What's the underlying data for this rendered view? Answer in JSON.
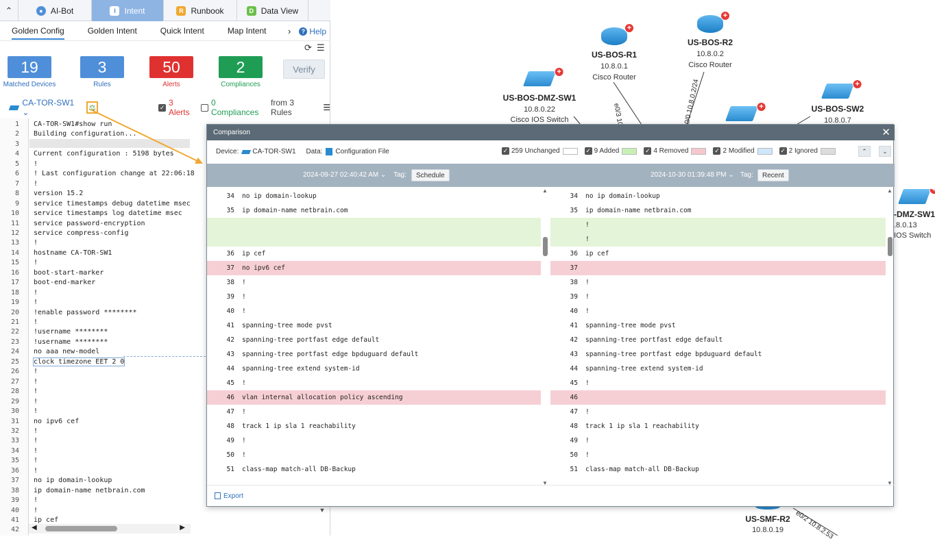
{
  "app_tabs": [
    {
      "label": "AI-Bot",
      "icon": "ai-bot-icon"
    },
    {
      "label": "Intent",
      "icon": "intent-icon",
      "active": true
    },
    {
      "label": "Runbook",
      "icon": "runbook-icon"
    },
    {
      "label": "Data View",
      "icon": "data-view-icon"
    }
  ],
  "sub_tabs": [
    "Golden Config",
    "Golden Intent",
    "Quick Intent",
    "Map Intent"
  ],
  "help_label": "Help",
  "stats": [
    {
      "value": "19",
      "label": "Matched Devices",
      "color": "#4f8fd9"
    },
    {
      "value": "3",
      "label": "Rules",
      "color": "#4f8fd9"
    },
    {
      "value": "50",
      "label": "Alerts",
      "color": "#e03131"
    },
    {
      "value": "2",
      "label": "Compliances",
      "color": "#1f9d55"
    }
  ],
  "verify_label": "Verify",
  "device_row": {
    "device": "CA-TOR-SW1",
    "alerts": "3 Alerts",
    "compliances": "0 Compliances",
    "from_rules": "from 3 Rules"
  },
  "code_lines": [
    "CA-TOR-SW1#show run",
    "Building configuration...",
    "",
    "Current configuration : 5198 bytes",
    "!",
    "! Last configuration change at 22:06:18",
    "!",
    "version 15.2",
    "service timestamps debug datetime msec",
    "service timestamps log datetime msec",
    "service password-encryption",
    "service compress-config",
    "!",
    "hostname CA-TOR-SW1",
    "!",
    "boot-start-marker",
    "boot-end-marker",
    "!",
    "!",
    "!enable password ********",
    "!",
    "!username ********",
    "!username ********",
    "no aaa new-model",
    "clock timezone EET 2 0",
    "!",
    "!",
    "!",
    "!",
    "!",
    "no ipv6 cef",
    "!",
    "!",
    "!",
    "!",
    "!",
    "no ip domain-lookup",
    "ip domain-name netbrain.com",
    "!",
    "!",
    "ip cef",
    ""
  ],
  "map": {
    "devices": [
      {
        "name": "US-BOS-R1",
        "ip": "10.8.0.1",
        "type": "Cisco Router",
        "kind": "router"
      },
      {
        "name": "US-BOS-R2",
        "ip": "10.8.0.2",
        "type": "Cisco Router",
        "kind": "router"
      },
      {
        "name": "US-BOS-DMZ-SW1",
        "ip": "10.8.0.22",
        "type": "Cisco IOS Switch",
        "kind": "switch"
      },
      {
        "name": "US-BOS-SW2",
        "ip": "10.8.0.7",
        "type": "",
        "kind": "switch"
      },
      {
        "name": "-DMZ-SW1",
        "ip": ".8.0.13",
        "type": "IOS Switch",
        "kind": "switch"
      },
      {
        "name": "US-SMF-R2",
        "ip": "10.8.0.19",
        "type": "",
        "kind": "router"
      }
    ],
    "link_labels": [
      "e0/3 10.8.0.",
      "0/0 10.8.0.2/24",
      "e0/2 10.8.2.53"
    ]
  },
  "comparison": {
    "title": "Comparison",
    "device_label": "Device:",
    "device": "CA-TOR-SW1",
    "data_label": "Data:",
    "data": "Configuration File",
    "legend": [
      {
        "label": "259 Unchanged",
        "color": "#ffffff"
      },
      {
        "label": "9 Added",
        "color": "#c8f0b4"
      },
      {
        "label": "4 Removed",
        "color": "#f6c7cc"
      },
      {
        "label": "2 Modified",
        "color": "#cfe6fb"
      },
      {
        "label": "2 Ignored",
        "color": "#dcdcdc"
      }
    ],
    "left_time": "2024-09-27 02:40:42 AM",
    "right_time": "2024-10-30 01:39:48 PM",
    "tag_label": "Tag:",
    "left_tag": "Schedule",
    "right_tag": "Recent",
    "left_rows": [
      {
        "n": "34",
        "t": "no ip domain-lookup",
        "s": ""
      },
      {
        "n": "35",
        "t": "ip domain-name netbrain.com",
        "s": ""
      },
      {
        "n": "",
        "t": "",
        "s": "add"
      },
      {
        "n": "",
        "t": "",
        "s": "add"
      },
      {
        "n": "36",
        "t": "ip cef",
        "s": ""
      },
      {
        "n": "37",
        "t": "no ipv6 cef",
        "s": "rem"
      },
      {
        "n": "38",
        "t": "!",
        "s": ""
      },
      {
        "n": "39",
        "t": "!",
        "s": ""
      },
      {
        "n": "40",
        "t": "!",
        "s": ""
      },
      {
        "n": "41",
        "t": "spanning-tree mode pvst",
        "s": ""
      },
      {
        "n": "42",
        "t": "spanning-tree portfast edge default",
        "s": ""
      },
      {
        "n": "43",
        "t": "spanning-tree portfast edge bpduguard default",
        "s": ""
      },
      {
        "n": "44",
        "t": "spanning-tree extend system-id",
        "s": ""
      },
      {
        "n": "45",
        "t": "!",
        "s": ""
      },
      {
        "n": "46",
        "t": "vlan internal allocation policy ascending",
        "s": "rem"
      },
      {
        "n": "47",
        "t": "!",
        "s": ""
      },
      {
        "n": "48",
        "t": "track 1 ip sla 1 reachability",
        "s": ""
      },
      {
        "n": "49",
        "t": "!",
        "s": ""
      },
      {
        "n": "50",
        "t": "!",
        "s": ""
      },
      {
        "n": "51",
        "t": "class-map match-all DB-Backup",
        "s": ""
      }
    ],
    "right_rows": [
      {
        "n": "34",
        "t": "no ip domain-lookup",
        "s": ""
      },
      {
        "n": "35",
        "t": "ip domain-name netbrain.com",
        "s": ""
      },
      {
        "n": "",
        "t": "!",
        "s": "add"
      },
      {
        "n": "",
        "t": "!",
        "s": "add"
      },
      {
        "n": "36",
        "t": "ip cef",
        "s": ""
      },
      {
        "n": "37",
        "t": "",
        "s": "rem"
      },
      {
        "n": "38",
        "t": "!",
        "s": ""
      },
      {
        "n": "39",
        "t": "!",
        "s": ""
      },
      {
        "n": "40",
        "t": "!",
        "s": ""
      },
      {
        "n": "41",
        "t": "spanning-tree mode pvst",
        "s": ""
      },
      {
        "n": "42",
        "t": "spanning-tree portfast edge default",
        "s": ""
      },
      {
        "n": "43",
        "t": "spanning-tree portfast edge bpduguard default",
        "s": ""
      },
      {
        "n": "44",
        "t": "spanning-tree extend system-id",
        "s": ""
      },
      {
        "n": "45",
        "t": "!",
        "s": ""
      },
      {
        "n": "46",
        "t": "",
        "s": "rem"
      },
      {
        "n": "47",
        "t": "!",
        "s": ""
      },
      {
        "n": "48",
        "t": "track 1 ip sla 1 reachability",
        "s": ""
      },
      {
        "n": "49",
        "t": "!",
        "s": ""
      },
      {
        "n": "50",
        "t": "!",
        "s": ""
      },
      {
        "n": "51",
        "t": "class-map match-all DB-Backup",
        "s": ""
      }
    ],
    "export_label": "Export"
  }
}
